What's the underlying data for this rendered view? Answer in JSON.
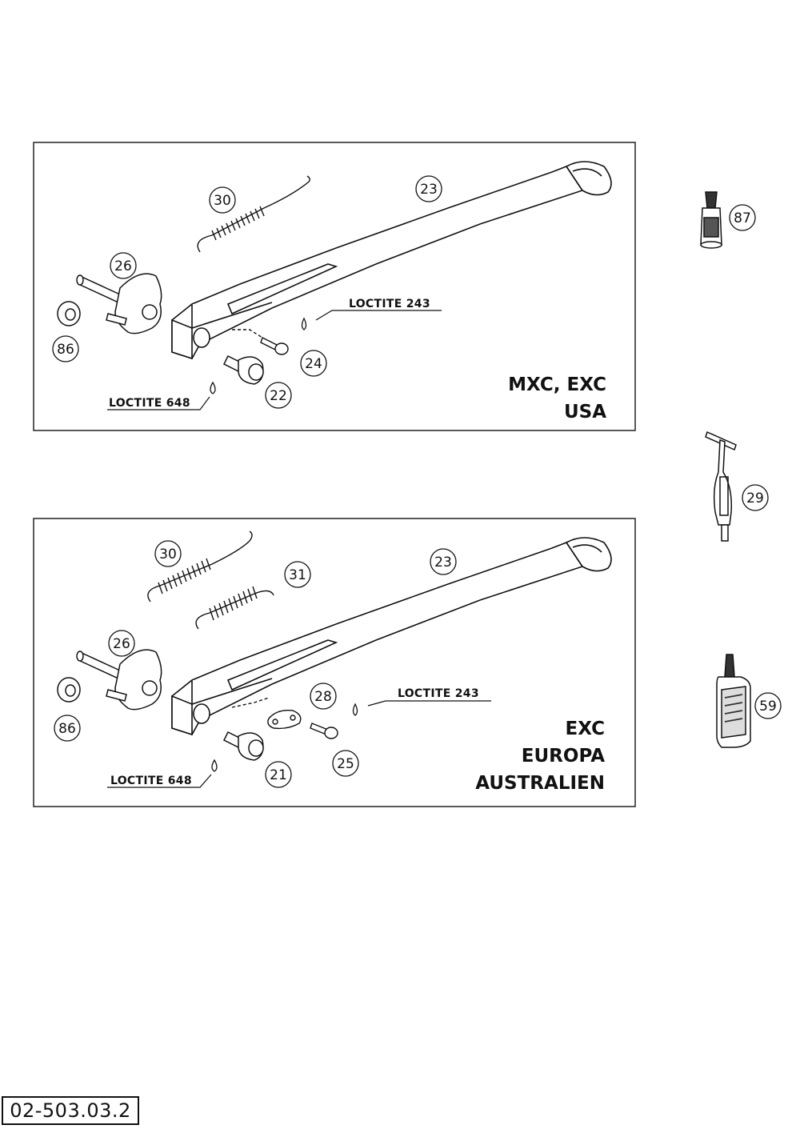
{
  "panels": [
    {
      "region_lines": [
        "MXC, EXC",
        "USA"
      ],
      "loctite_upper": "LOCTITE 243",
      "loctite_lower": "LOCTITE 648",
      "callouts": {
        "spring_a": "30",
        "stand": "23",
        "pivot": "26",
        "bushing": "86",
        "screw": "24",
        "stop": "22"
      }
    },
    {
      "region_lines": [
        "EXC",
        "EUROPA",
        "AUSTRALIEN"
      ],
      "loctite_upper": "LOCTITE 243",
      "loctite_lower": "LOCTITE 648",
      "callouts": {
        "spring_a": "30",
        "spring_b": "31",
        "stand": "23",
        "pivot": "26",
        "bushing": "86",
        "plate": "28",
        "screw": "25",
        "stop": "21"
      }
    }
  ],
  "side_parts": {
    "loctite_tube": "87",
    "tool": "29",
    "bottle": "59"
  },
  "drawing_code": "02-503.03.2"
}
